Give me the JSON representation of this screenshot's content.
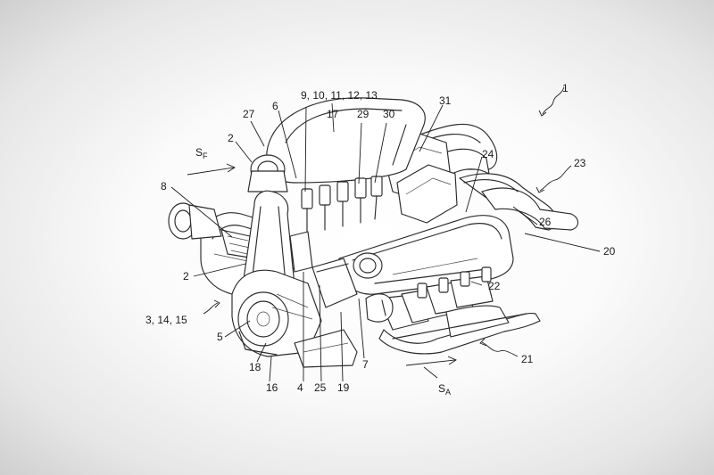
{
  "labels": {
    "l1": "1",
    "l2a": "2",
    "l2b": "2",
    "l3": "3, 14, 15",
    "l4": "4",
    "l5": "5",
    "l6": "6",
    "l7": "7",
    "l8": "8",
    "l9": "9, 10, 11, 12, 13",
    "l16": "16",
    "l17": "17",
    "l18": "18",
    "l19": "19",
    "l20": "20",
    "l21": "21",
    "l22": "22",
    "l23": "23",
    "l24": "24",
    "l25": "25",
    "l26": "26",
    "l27": "27",
    "l29": "29",
    "l30": "30",
    "l31": "31",
    "sf_main": "S",
    "sf_sub": "F",
    "sa_main": "S",
    "sa_sub": "A"
  }
}
